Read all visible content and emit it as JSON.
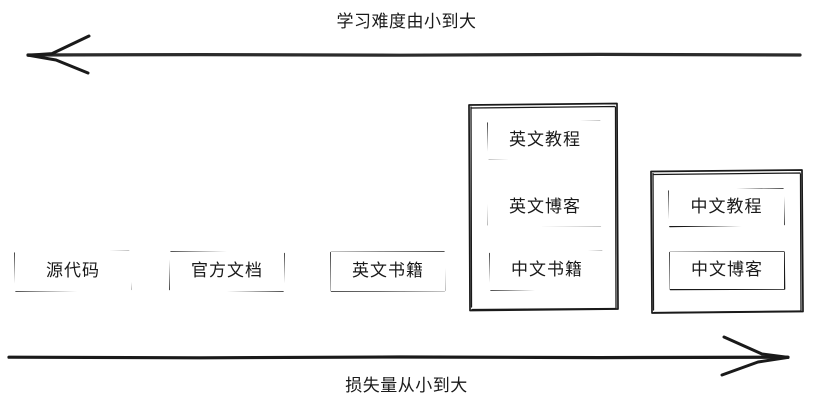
{
  "diagram": {
    "background_color": "#ffffff",
    "stroke_color": "#1a1a1a",
    "top_axis": {
      "label": "学习难度由小到大",
      "direction": "left",
      "icon": "arrow-left-icon"
    },
    "bottom_axis": {
      "label": "损失量从小到大",
      "direction": "right",
      "icon": "arrow-right-icon"
    },
    "columns": [
      {
        "id": "col-1",
        "grouped": false,
        "items": [
          {
            "label": "源代码"
          }
        ]
      },
      {
        "id": "col-2",
        "grouped": false,
        "items": [
          {
            "label": "官方文档"
          }
        ]
      },
      {
        "id": "col-3",
        "grouped": false,
        "items": [
          {
            "label": "英文书籍"
          }
        ]
      },
      {
        "id": "col-4",
        "grouped": true,
        "items": [
          {
            "label": "英文教程"
          },
          {
            "label": "英文博客"
          },
          {
            "label": "中文书籍"
          }
        ]
      },
      {
        "id": "col-5",
        "grouped": true,
        "items": [
          {
            "label": "中文教程"
          },
          {
            "label": "中文博客"
          }
        ]
      }
    ]
  }
}
